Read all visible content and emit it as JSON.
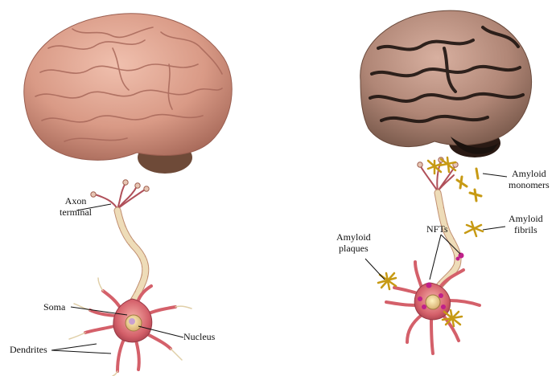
{
  "healthy": {
    "labels": {
      "axon_terminal": [
        "Axon",
        "terminal"
      ],
      "soma": "Soma",
      "nucleus": "Nucleus",
      "dendrites": "Dendrites"
    }
  },
  "alzheimers": {
    "labels": {
      "amyloid_monomers": [
        "Amyloid",
        "monomers"
      ],
      "amyloid_fibrils": [
        "Amyloid",
        "fibrils"
      ],
      "amyloid_plaques": [
        "Amyloid",
        "plaques"
      ],
      "nfts": "NFTs"
    }
  },
  "colors": {
    "brain_healthy": "#d99a86",
    "brain_diseased": "#b89080",
    "tissue": "#d4606a",
    "axon": "#eedcb8",
    "amyloid": "#c79a14",
    "nft": "#c0208a"
  }
}
